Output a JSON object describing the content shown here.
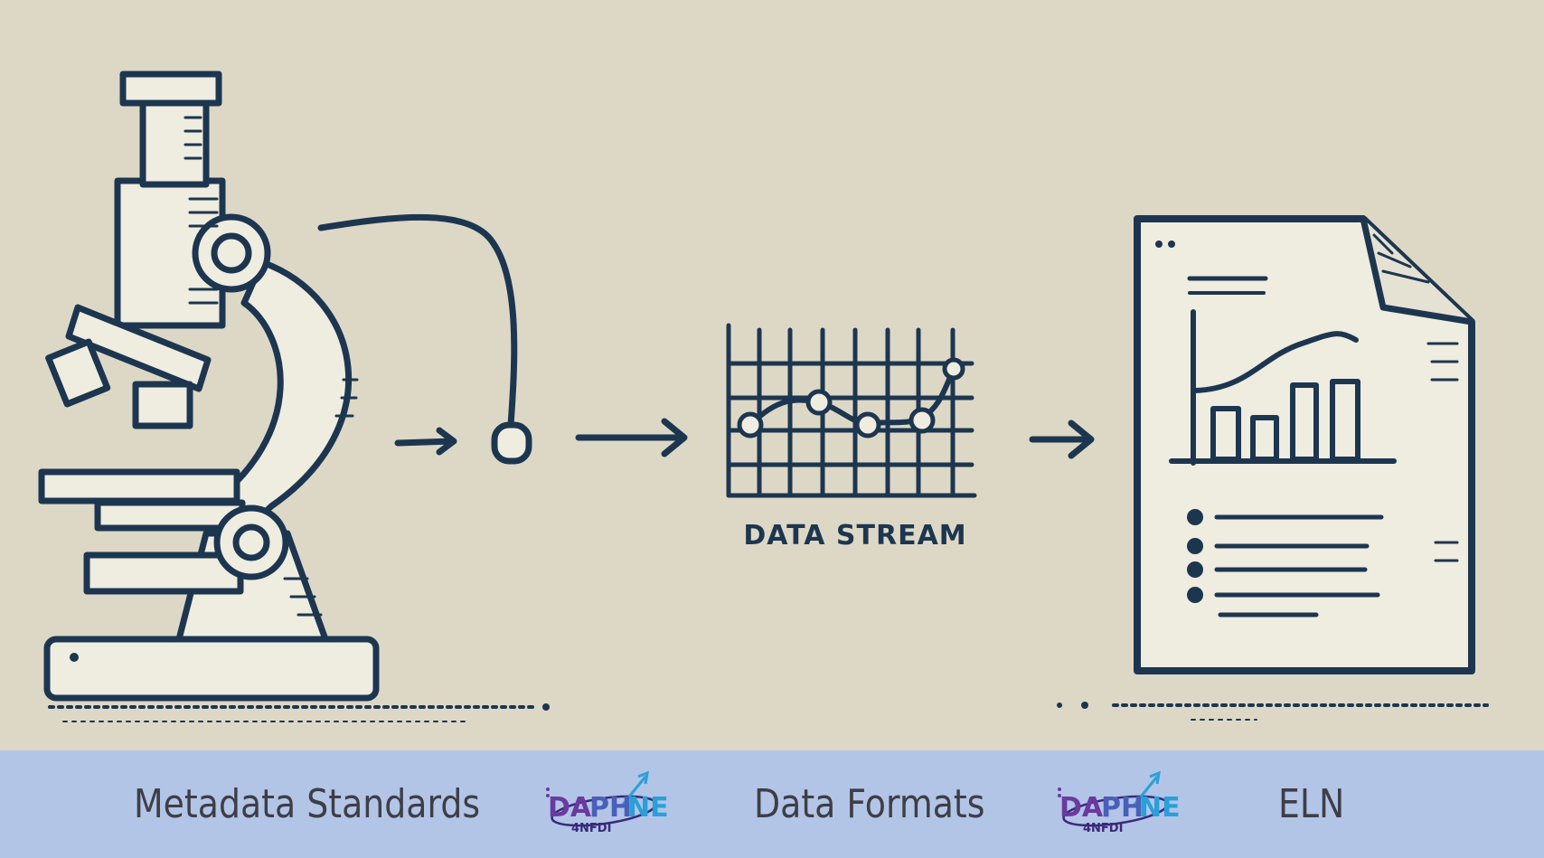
{
  "diagram": {
    "stream_caption": "DATA STREAM"
  },
  "footer": {
    "items": [
      {
        "label": "Metadata Standards"
      },
      {
        "label": "Data Formats"
      },
      {
        "label": "ELN"
      }
    ],
    "logo": {
      "name": "DAPHNE",
      "sub": "4NFDI",
      "colors": {
        "left": "#6a3aa0",
        "right": "#2aa0d8",
        "orbit": "#3a2a7a"
      }
    }
  },
  "colors": {
    "background": "#ddd8c6",
    "footer_bar": "#b2c5e7",
    "ink": "#1d3650",
    "paper": "#efece0"
  }
}
